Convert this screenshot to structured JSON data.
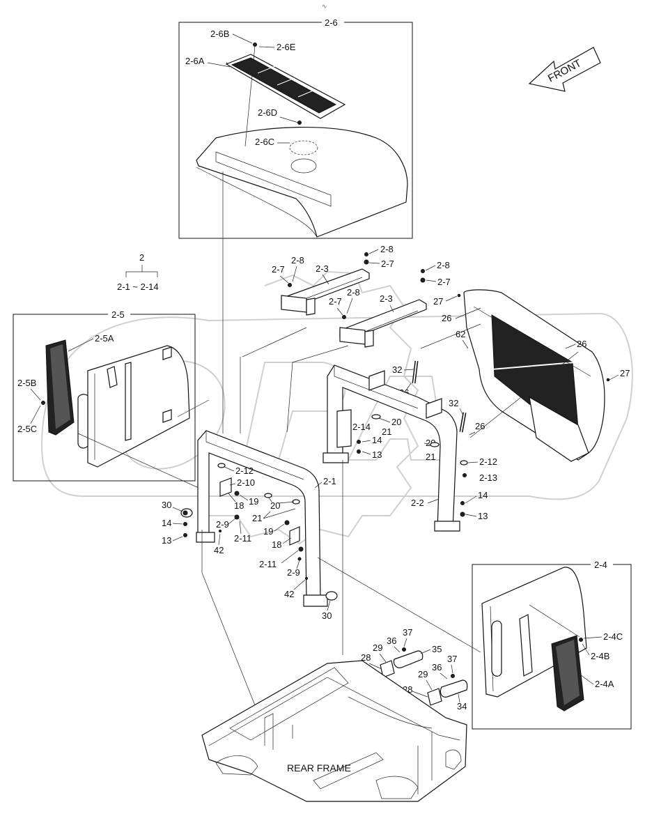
{
  "diagram": {
    "front_label": "FRONT",
    "rear_frame_label": "REAR FRAME",
    "top_mark": "∿",
    "group_2": {
      "label": "2",
      "range_label": "2-1 ~ 2-14"
    },
    "boxes": {
      "box_2_6": "2-6",
      "box_2_5": "2-5",
      "box_2_4": "2-4"
    },
    "callouts": {
      "c_2_6B": "2-6B",
      "c_2_6E": "2-6E",
      "c_2_6A": "2-6A",
      "c_2_6D": "2-6D",
      "c_2_6C": "2-6C",
      "c_2_8a": "2-8",
      "c_2_7a": "2-7",
      "c_2_8b": "2-8",
      "c_2_7b": "2-7",
      "c_2_7c": "2-7",
      "c_2_8c": "2-8",
      "c_2_3a": "2-3",
      "c_2_7d": "2-7",
      "c_2_8d": "2-8",
      "c_2_3b": "2-3",
      "c_27a": "27",
      "c_26a": "26",
      "c_62": "62",
      "c_26b": "26",
      "c_27b": "27",
      "c_32a": "32",
      "c_26c": "26",
      "c_32b": "32",
      "c_26d": "26",
      "c_2_5A": "2-5A",
      "c_2_5B": "2-5B",
      "c_2_5C": "2-5C",
      "c_2_14": "2-14",
      "c_14a": "14",
      "c_13a": "13",
      "c_20a": "20",
      "c_21a": "21",
      "c_20b": "20",
      "c_21b": "21",
      "c_2_12a": "2-12",
      "c_2_13a": "2-13",
      "c_2_12b": "2-12",
      "c_2_10": "2-10",
      "c_18a": "18",
      "c_19a": "19",
      "c_20c": "20",
      "c_21c": "21",
      "c_2_1": "2-1",
      "c_2_2": "2-2",
      "c_14b": "14",
      "c_13b": "13",
      "c_30a": "30",
      "c_14c": "14",
      "c_13c": "13",
      "c_2_9a": "2-9",
      "c_2_11a": "2-11",
      "c_42a": "42",
      "c_19b": "19",
      "c_18b": "18",
      "c_2_11b": "2-11",
      "c_2_9b": "2-9",
      "c_42b": "42",
      "c_30b": "30",
      "c_37a": "37",
      "c_36a": "36",
      "c_35": "35",
      "c_29a": "29",
      "c_28a": "28",
      "c_37b": "37",
      "c_36b": "36",
      "c_29b": "29",
      "c_28b": "28",
      "c_34": "34",
      "c_2_4C": "2-4C",
      "c_2_4B": "2-4B",
      "c_2_4A": "2-4A"
    }
  }
}
